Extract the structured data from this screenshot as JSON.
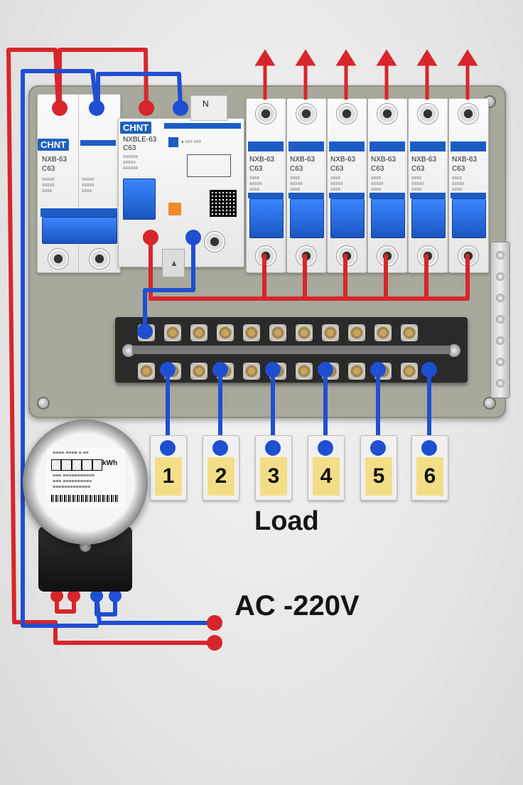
{
  "breakers": {
    "main_brand": "CHNT",
    "main_model": "NXB-63",
    "main_rating": "C63",
    "rcbo_brand": "CHNT",
    "rcbo_model": "NXBLE-63",
    "rcbo_rating": "C63",
    "neutral_label": "N",
    "branch_model": "NXB-63",
    "branch_rating": "C63",
    "branch_count": 6
  },
  "meter": {
    "unit": "kWh"
  },
  "loads": {
    "labels": [
      "1",
      "2",
      "3",
      "4",
      "5",
      "6"
    ],
    "caption": "Load"
  },
  "supply": {
    "caption": "AC -220V"
  },
  "colors": {
    "live_wire": "#d7262b",
    "neutral_wire": "#1f4fd1",
    "breaker_blue": "#1d5cc4",
    "panel": "#a9a89c",
    "label_yellow": "#f3de87"
  }
}
